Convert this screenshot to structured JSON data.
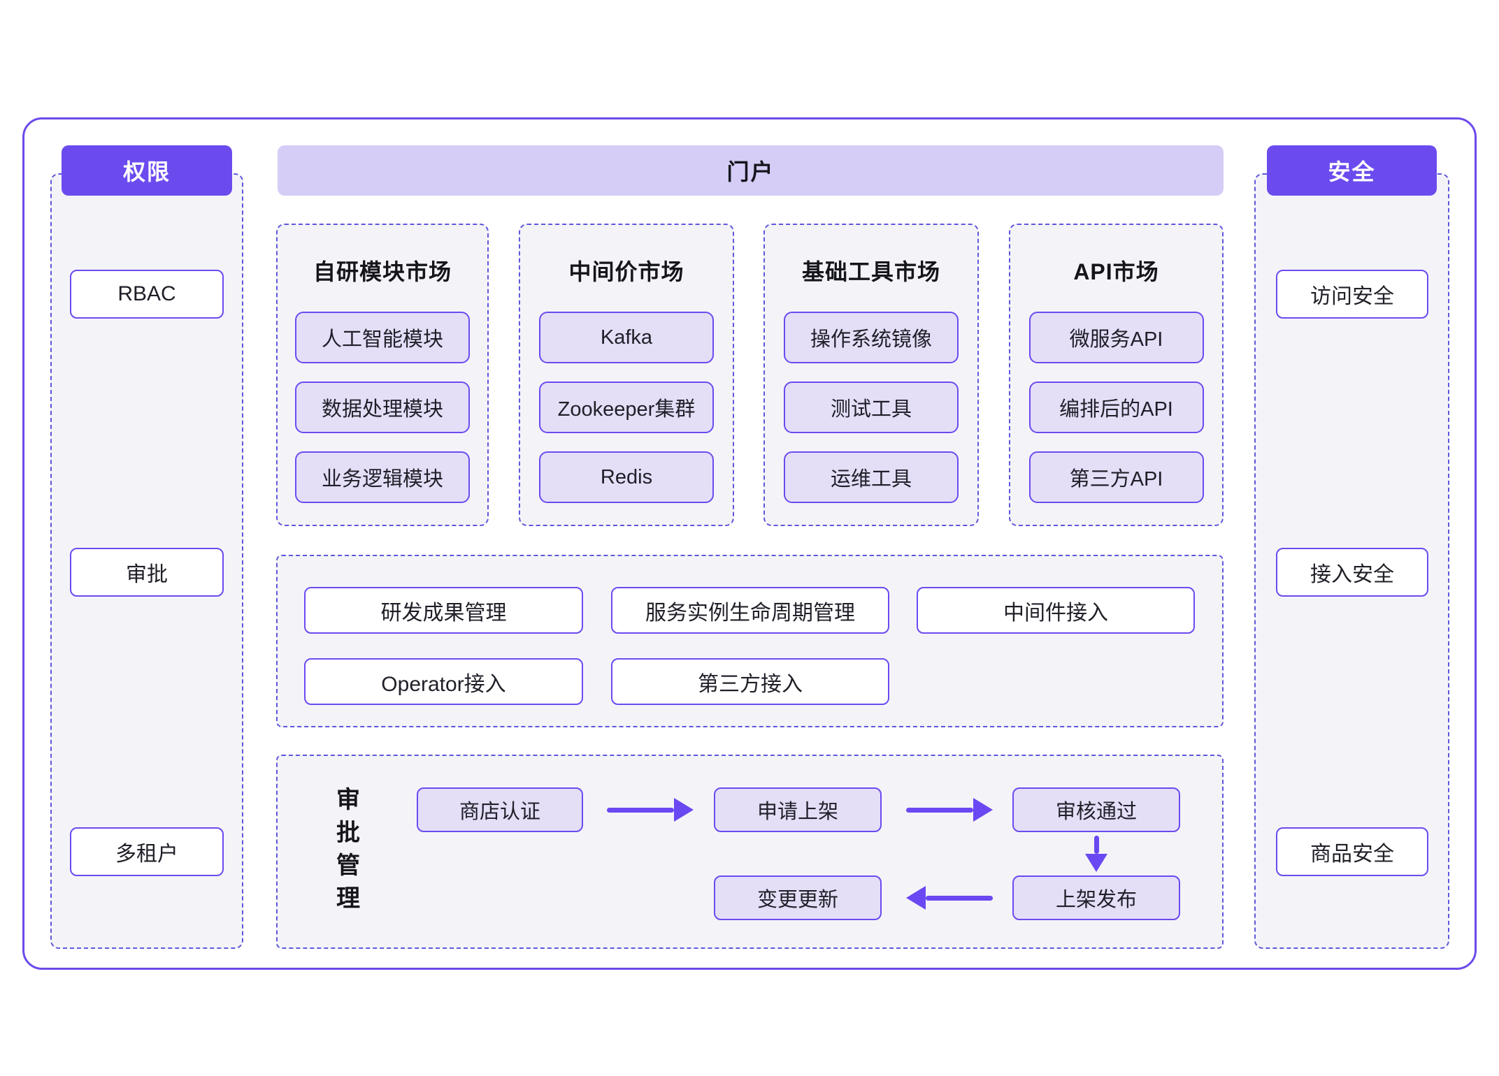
{
  "palette": {
    "purple_solid": "#6B4BEE",
    "portal_bar": "#D5CDF6",
    "item_fill": "#E4DEF7",
    "box_border": "#6C4AF0",
    "dashed_border": "#5F56DC",
    "panel_bg": "#F4F4F8",
    "outer_border": "#6D4AEB",
    "arrow": "#6A48F2",
    "text": "#1F1F28"
  },
  "left_panel": {
    "header": "权限",
    "items": [
      "RBAC",
      "审批",
      "多租户"
    ]
  },
  "portal": {
    "header": "门户",
    "markets": [
      {
        "title": "自研模块市场",
        "items": [
          "人工智能模块",
          "数据处理模块",
          "业务逻辑模块"
        ]
      },
      {
        "title": "中间价市场",
        "items": [
          "Kafka",
          "Zookeeper集群",
          "Redis"
        ]
      },
      {
        "title": "基础工具市场",
        "items": [
          "操作系统镜像",
          "测试工具",
          "运维工具"
        ]
      },
      {
        "title": "API市场",
        "items": [
          "微服务API",
          "编排后的API",
          "第三方API"
        ]
      }
    ],
    "management": {
      "row1": [
        "研发成果管理",
        "服务实例生命周期管理",
        "中间件接入"
      ],
      "row2": [
        "Operator接入",
        "第三方接入"
      ]
    },
    "approval_flow": {
      "label": "审批管理",
      "steps": [
        "商店认证",
        "申请上架",
        "审核通过",
        "上架发布",
        "变更更新"
      ]
    }
  },
  "right_panel": {
    "header": "安全",
    "items": [
      "访问安全",
      "接入安全",
      "商品安全"
    ]
  }
}
